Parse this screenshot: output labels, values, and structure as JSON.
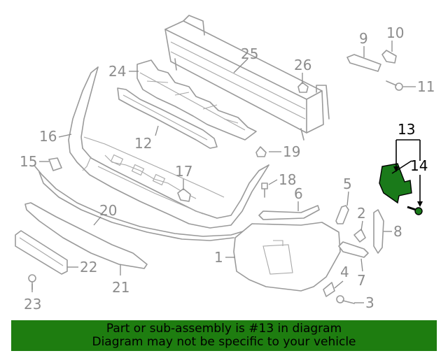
{
  "callouts": {
    "c1": "1",
    "c2": "2",
    "c3": "3",
    "c4": "4",
    "c5": "5",
    "c6": "6",
    "c7": "7",
    "c8": "8",
    "c9": "9",
    "c10": "10",
    "c11": "11",
    "c12": "12",
    "c13": "13",
    "c14": "14",
    "c15": "15",
    "c16": "16",
    "c17": "17",
    "c18": "18",
    "c19": "19",
    "c20": "20",
    "c21": "21",
    "c22": "22",
    "c23": "23",
    "c24": "24",
    "c25": "25",
    "c26": "26"
  },
  "highlight": {
    "color": "#1a7a1a",
    "parts": [
      "13",
      "14"
    ]
  },
  "banner": {
    "line1": "Part or sub-assembly is #13 in diagram",
    "line2": "Diagram may not be specific to your vehicle",
    "background": "#1e7d10"
  }
}
